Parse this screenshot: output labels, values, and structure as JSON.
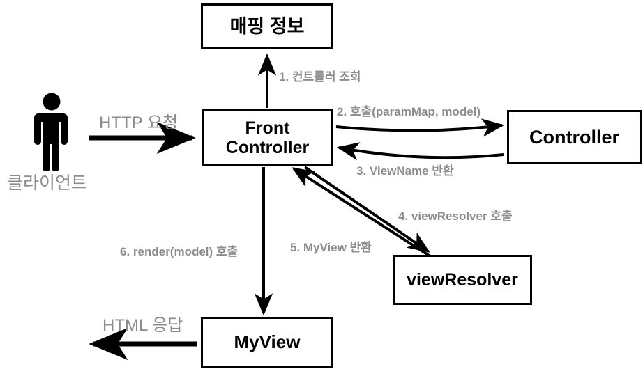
{
  "diagram": {
    "title": "Spring MVC Front Controller Flow",
    "colors": {
      "stroke": "#000000",
      "label_gray": "#8c8c8c",
      "background": "#ffffff"
    },
    "nodes": [
      {
        "id": "mapping-info",
        "label": "매핑 정보"
      },
      {
        "id": "front-controller",
        "label": "Front\nController"
      },
      {
        "id": "controller",
        "label": "Controller"
      },
      {
        "id": "view-resolver",
        "label": "viewResolver"
      },
      {
        "id": "myview",
        "label": "MyView"
      }
    ],
    "actor": {
      "icon": "person-icon",
      "label": "클라이언트"
    },
    "edge_labels": {
      "http_request": "HTTP 요청",
      "html_response": "HTML 응답",
      "step1": "1. 컨트롤러 조회",
      "step2": "2. 호출(paramMap, model)",
      "step3": "3. ViewName 반환",
      "step4": "4. viewResolver 호출",
      "step5": "5. MyView 반환",
      "step6": "6. render(model) 호출"
    }
  }
}
